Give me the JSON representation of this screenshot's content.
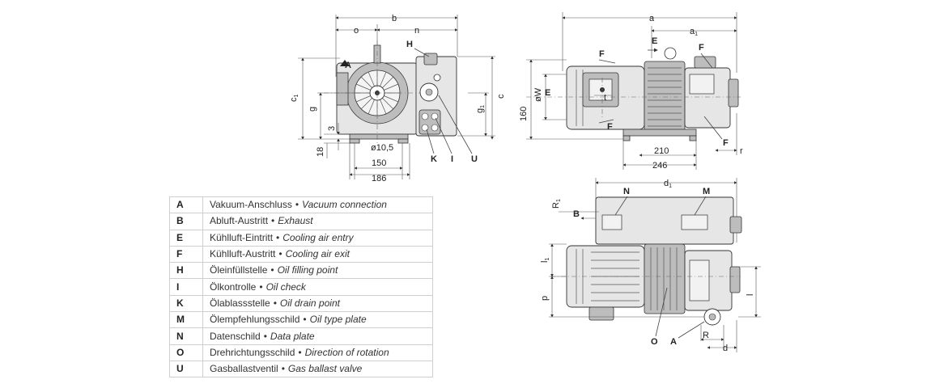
{
  "front_view": {
    "dims": {
      "b": "b",
      "o": "o",
      "n": "n",
      "c1": "c",
      "c1_sub": "1",
      "g": "g",
      "g1": "g",
      "g1_sub": "1",
      "c": "c",
      "d3": "3",
      "d18": "18",
      "hole": "ø10,5",
      "d150": "150",
      "d186": "186"
    },
    "letters": {
      "H": "H",
      "A": "A",
      "K": "K",
      "I": "I",
      "U": "U"
    }
  },
  "side_view": {
    "dims": {
      "a": "a",
      "a1": "a",
      "a1_sub": "1",
      "d160": "160",
      "ow": "øW",
      "t": "t",
      "d210": "210",
      "d246": "246",
      "r": "r"
    },
    "letters": {
      "E_top": "E",
      "F_tl": "F",
      "F_tr": "F",
      "E_mid": "E",
      "F_bl": "F",
      "F_br": "F"
    }
  },
  "top_view": {
    "dims": {
      "d1": "d",
      "d1_sub": "1",
      "R1": "R",
      "R1_sub": "1",
      "l1": "l",
      "l1_sub": "1",
      "p": "p",
      "l": "l",
      "R": "R",
      "d": "d"
    },
    "letters": {
      "N": "N",
      "M": "M",
      "B": "B",
      "O": "O",
      "A": "A"
    }
  },
  "legend": [
    {
      "code": "A",
      "de": "Vakuum-Anschluss",
      "en": "Vacuum connection"
    },
    {
      "code": "B",
      "de": "Abluft-Austritt",
      "en": "Exhaust"
    },
    {
      "code": "E",
      "de": "Kühlluft-Eintritt",
      "en": "Cooling air entry"
    },
    {
      "code": "F",
      "de": "Kühlluft-Austritt",
      "en": "Cooling air exit"
    },
    {
      "code": "H",
      "de": "Öleinfüllstelle",
      "en": "Oil filling point"
    },
    {
      "code": "I",
      "de": "Ölkontrolle",
      "en": "Oil check"
    },
    {
      "code": "K",
      "de": "Ölablassstelle",
      "en": "Oil drain point"
    },
    {
      "code": "M",
      "de": "Ölempfehlungsschild",
      "en": "Oil type plate"
    },
    {
      "code": "N",
      "de": "Datenschild",
      "en": "Data plate"
    },
    {
      "code": "O",
      "de": "Drehrichtungsschild",
      "en": "Direction of rotation"
    },
    {
      "code": "U",
      "de": "Gasballastventil",
      "en": "Gas ballast valve"
    }
  ],
  "legend_separator": "•"
}
